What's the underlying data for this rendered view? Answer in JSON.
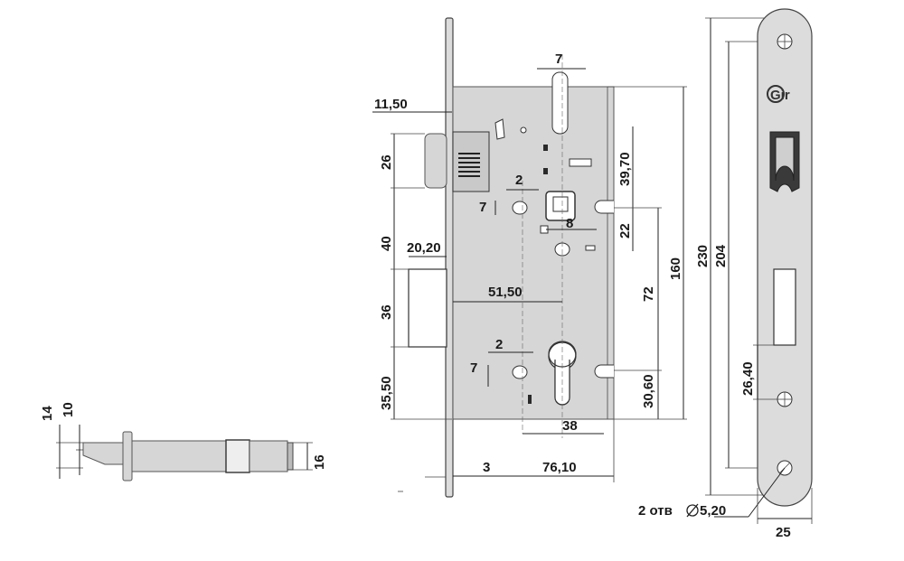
{
  "brand": "Gir",
  "colors": {
    "metal": "#d6d6d6",
    "outline": "#444444",
    "text": "#1a1a1a"
  },
  "dimensions": {
    "d_11_50": "11,50",
    "d_26": "26",
    "d_40": "40",
    "d_20_20": "20,20",
    "d_36": "36",
    "d_35_50": "35,50",
    "d_7_top": "7",
    "d_39_70": "39,70",
    "d_2_upper": "2",
    "d_7_upper": "7",
    "d_8": "8",
    "d_22": "22",
    "d_51_50": "51,50",
    "d_72": "72",
    "d_160": "160",
    "d_230": "230",
    "d_204": "204",
    "d_2_lower": "2",
    "d_7_lower": "7",
    "d_30_60": "30,60",
    "d_38": "38",
    "d_3": "3",
    "d_76_10": "76,10",
    "d_14": "14",
    "d_10": "10",
    "d_16": "16",
    "d_26_40": "26,40",
    "holes_note": "2 отв",
    "hole_diameter": "5,20",
    "d_25": "25"
  }
}
